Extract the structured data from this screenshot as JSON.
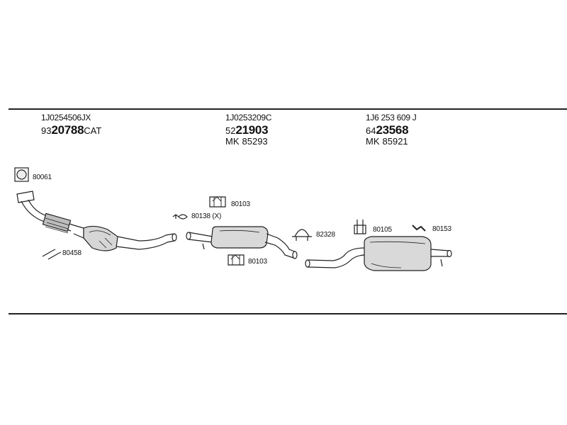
{
  "headers": [
    {
      "oe": "1J0254506JX",
      "prefix": "93",
      "number": "20788",
      "suffix": "CAT",
      "mk_prefix": "",
      "mk_value": ""
    },
    {
      "oe": "1J0253209C",
      "prefix": "52",
      "number": "21903",
      "suffix": "",
      "mk_prefix": "MK",
      "mk_value": "85293"
    },
    {
      "oe": "1J6 253 609 J",
      "prefix": "64",
      "number": "23568",
      "suffix": "",
      "mk_prefix": "MK",
      "mk_value": "85921"
    }
  ],
  "parts": [
    {
      "id": "gasket-80061",
      "label": "80061"
    },
    {
      "id": "bolts-80458",
      "label": "80458"
    },
    {
      "id": "clamp-80138",
      "label": "80138 (X)"
    },
    {
      "id": "mount-80103-top",
      "label": "80103"
    },
    {
      "id": "mount-80103-bottom",
      "label": "80103"
    },
    {
      "id": "clamp-82328",
      "label": "82328"
    },
    {
      "id": "mount-80105",
      "label": "80105"
    },
    {
      "id": "hanger-80153",
      "label": "80153"
    }
  ],
  "colors": {
    "line": "#222222",
    "shade": "#cfcfcf",
    "light": "#ececec"
  }
}
